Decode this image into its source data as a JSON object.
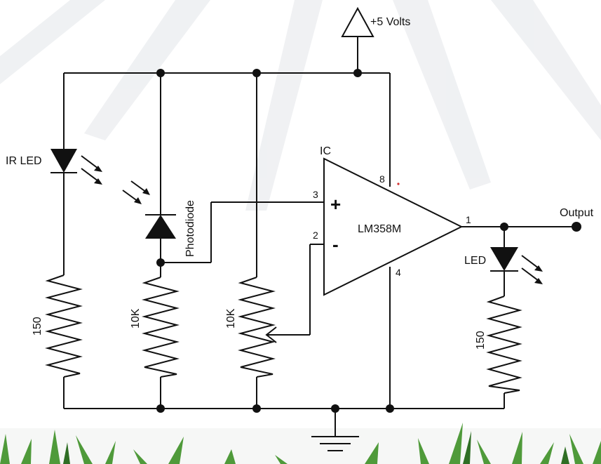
{
  "supply_label": "+5 Volts",
  "ic_label": "IC",
  "chip_label": "LM358M",
  "plus_sign": "+",
  "minus_sign": "-",
  "pins": {
    "p3": "3",
    "p2": "2",
    "p8": "8",
    "p4": "4",
    "p1": "1"
  },
  "ir_led_label": "IR LED",
  "photodiode_label": "Photodiode",
  "output_label": "Output",
  "led_label": "LED",
  "resistors": {
    "r1": "150",
    "r2": "10K",
    "r3": "10K",
    "r4": "150"
  },
  "colors": {
    "wire": "#111111",
    "background": "#ffffff",
    "grass": "#4f9a3a",
    "ray": "#eef0f2"
  },
  "icons": [
    "diode-icon",
    "photodiode-icon",
    "resistor-icon",
    "potentiometer-icon",
    "op-amp-icon",
    "ground-icon",
    "supply-arrow-icon",
    "grass-icon"
  ]
}
